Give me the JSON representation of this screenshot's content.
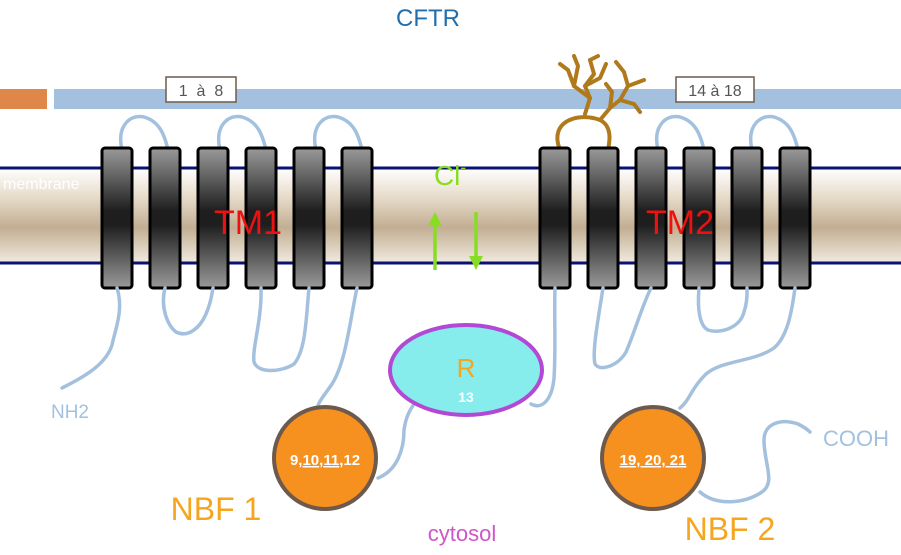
{
  "title": "CFTR",
  "membrane_label": "membrane",
  "exon_boxes": [
    "1  à  8",
    "14 à 18"
  ],
  "tm1_label": "TM1",
  "tm2_label": "TM2",
  "ion_label": "Cl",
  "ion_charge": "-",
  "r_domain": {
    "label": "R",
    "exon": "13"
  },
  "nbf1": {
    "exons": [
      {
        "text": "9",
        "underline": false
      },
      {
        "text": ",",
        "underline": false
      },
      {
        "text": "10",
        "underline": true
      },
      {
        "text": ",",
        "underline": false
      },
      {
        "text": "11",
        "underline": true
      },
      {
        "text": ",12",
        "underline": false
      }
    ],
    "name": "NBF 1"
  },
  "nbf2": {
    "exons": [
      {
        "text": "19, 20, 21",
        "underline": true
      }
    ],
    "name": "NBF 2"
  },
  "nh2_label": "NH2",
  "cooh_label": "COOH",
  "cytosol_label": "cytosol",
  "colors": {
    "gene_bar": "#a3c1de",
    "gene_bar_left": "#de8749",
    "membrane_edge": "#0b1275",
    "chain": "#a3c1de",
    "title": "#1f6fae",
    "tm_label": "#ee1111",
    "ion": "#88dd22",
    "nbf_fill": "#f6901e",
    "nbf_stroke": "#6e5a4c",
    "nbf_name": "#f6a61e",
    "r_fill": "#86ecec",
    "r_stroke": "#b248d4",
    "r_label": "#f6a61e",
    "cytosol": "#d055c8",
    "terminal_label": "#a3c1de",
    "glycan": "#b07a1c"
  }
}
